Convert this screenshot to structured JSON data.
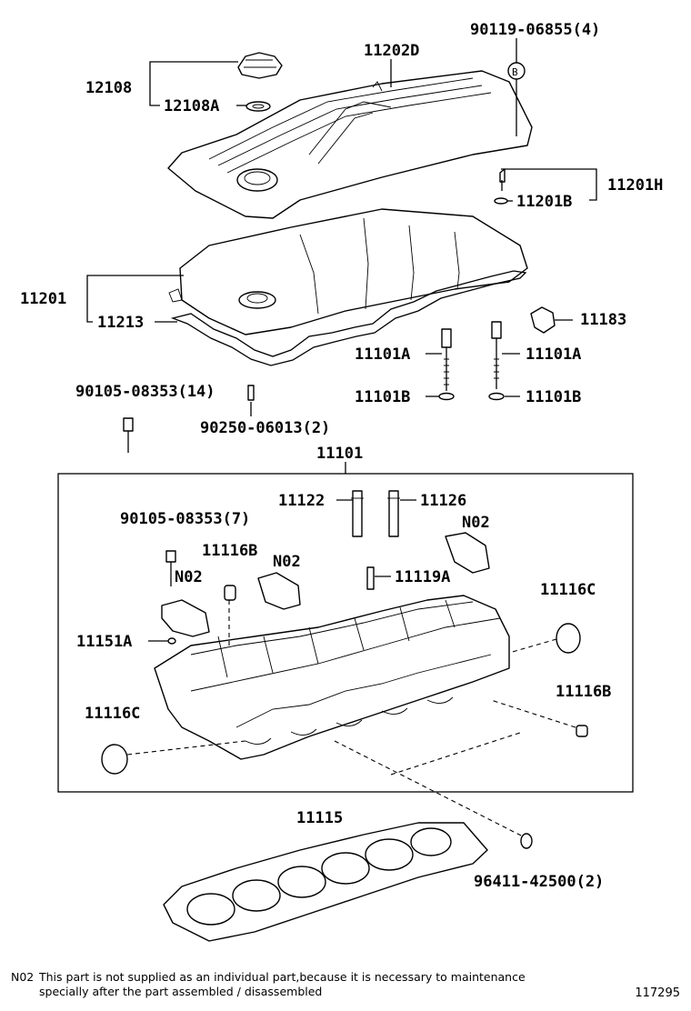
{
  "labels": {
    "p90119": "90119-06855(4)",
    "p11202D": "11202D",
    "p12108": "12108",
    "p12108A": "12108A",
    "pB": "B",
    "p11201H": "11201H",
    "p11201B": "11201B",
    "p11201": "11201",
    "p11213": "11213",
    "p11183": "11183",
    "p11101A_1": "11101A",
    "p11101A_2": "11101A",
    "p11101B_1": "11101B",
    "p11101B_2": "11101B",
    "p90105_14": "90105-08353(14)",
    "p90250": "90250-06013(2)",
    "p11101": "11101",
    "p11122": "11122",
    "p11126": "11126",
    "p90105_7": "90105-08353(7)",
    "pN02_1": "N02",
    "pN02_2": "N02",
    "pN02_3": "N02",
    "p11116B_1": "11116B",
    "p11119A": "11119A",
    "p11116C_1": "11116C",
    "p11151A": "11151A",
    "p11116C_2": "11116C",
    "p11116B_2": "11116B",
    "p11115": "11115",
    "p96411": "96411-42500(2)"
  },
  "note": {
    "code": "N02",
    "line1": "This part is not supplied as an individual part,because it is necessary to maintenance",
    "line2": "specially after the part assembled / disassembled"
  },
  "figure_id": "117295"
}
